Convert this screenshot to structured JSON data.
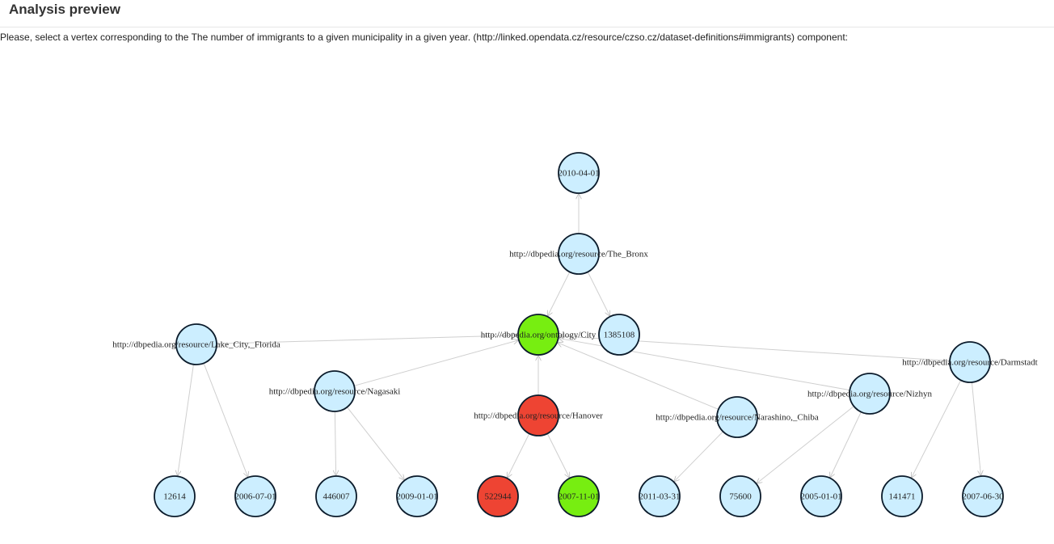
{
  "header": {
    "title": "Analysis preview",
    "instruction": "Please, select a vertex corresponding to the The number of immigrants to a given municipality in a given year. (http://linked.opendata.cz/resource/czso.cz/dataset-definitions#immigrants) component:"
  },
  "colors": {
    "default_fill": "#cceeff",
    "selected_fill": "#77ee11",
    "highlight_fill": "#ee4433",
    "node_stroke": "#0b1b2b",
    "edge": "#cfcfcf"
  },
  "graph": {
    "nodes": [
      {
        "id": "n_2010",
        "label": "2010-04-01",
        "state": "default"
      },
      {
        "id": "n_bronx",
        "label": "http://dbpedia.org/resource/The_Bronx",
        "state": "default"
      },
      {
        "id": "n_city",
        "label": "http://dbpedia.org/ontology/City",
        "state": "selected"
      },
      {
        "id": "n_1385108",
        "label": "1385108",
        "state": "default"
      },
      {
        "id": "n_lake",
        "label": "http://dbpedia.org/resource/Lake_City,_Florida",
        "state": "default"
      },
      {
        "id": "n_nagasaki",
        "label": "http://dbpedia.org/resource/Nagasaki",
        "state": "default"
      },
      {
        "id": "n_hanover",
        "label": "http://dbpedia.org/resource/Hanover",
        "state": "highlight"
      },
      {
        "id": "n_narashino",
        "label": "http://dbpedia.org/resource/Narashino,_Chiba",
        "state": "default"
      },
      {
        "id": "n_nizhyn",
        "label": "http://dbpedia.org/resource/Nizhyn",
        "state": "default"
      },
      {
        "id": "n_darmstadt",
        "label": "http://dbpedia.org/resource/Darmstadt",
        "state": "default"
      },
      {
        "id": "n_12614",
        "label": "12614",
        "state": "default"
      },
      {
        "id": "n_20060701",
        "label": "2006-07-01",
        "state": "default"
      },
      {
        "id": "n_446007",
        "label": "446007",
        "state": "default"
      },
      {
        "id": "n_20090101",
        "label": "2009-01-01",
        "state": "default"
      },
      {
        "id": "n_522944",
        "label": "522944",
        "state": "highlight"
      },
      {
        "id": "n_20071101",
        "label": "2007-11-01",
        "state": "selected"
      },
      {
        "id": "n_20110331",
        "label": "2011-03-31",
        "state": "default"
      },
      {
        "id": "n_75600",
        "label": "75600",
        "state": "default"
      },
      {
        "id": "n_20050101",
        "label": "2005-01-01",
        "state": "default"
      },
      {
        "id": "n_141471",
        "label": "141471",
        "state": "default"
      },
      {
        "id": "n_20070630",
        "label": "2007-06-30",
        "state": "default"
      }
    ],
    "edges": [
      {
        "from": "n_bronx",
        "to": "n_2010"
      },
      {
        "from": "n_bronx",
        "to": "n_city"
      },
      {
        "from": "n_bronx",
        "to": "n_1385108"
      },
      {
        "from": "n_lake",
        "to": "n_city"
      },
      {
        "from": "n_lake",
        "to": "n_12614"
      },
      {
        "from": "n_lake",
        "to": "n_20060701"
      },
      {
        "from": "n_nagasaki",
        "to": "n_city"
      },
      {
        "from": "n_nagasaki",
        "to": "n_446007"
      },
      {
        "from": "n_nagasaki",
        "to": "n_20090101"
      },
      {
        "from": "n_hanover",
        "to": "n_city"
      },
      {
        "from": "n_hanover",
        "to": "n_522944"
      },
      {
        "from": "n_hanover",
        "to": "n_20071101"
      },
      {
        "from": "n_narashino",
        "to": "n_city"
      },
      {
        "from": "n_narashino",
        "to": "n_20110331"
      },
      {
        "from": "n_nizhyn",
        "to": "n_city"
      },
      {
        "from": "n_nizhyn",
        "to": "n_75600"
      },
      {
        "from": "n_nizhyn",
        "to": "n_20050101"
      },
      {
        "from": "n_darmstadt",
        "to": "n_city"
      },
      {
        "from": "n_darmstadt",
        "to": "n_141471"
      },
      {
        "from": "n_darmstadt",
        "to": "n_20070630"
      }
    ]
  }
}
